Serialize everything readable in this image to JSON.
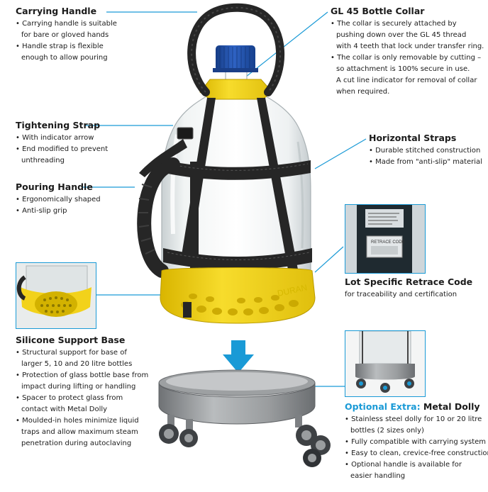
{
  "carrying_handle": {
    "title": "Carrying Handle",
    "bullets": [
      [
        "• Carrying handle is suitable",
        "for bare or gloved hands"
      ],
      [
        "• Handle strap is flexible",
        "enough to allow pouring"
      ]
    ]
  },
  "tightening_strap": {
    "title": "Tightening Strap",
    "bullets": [
      [
        "• With indicator arrow"
      ],
      [
        "• End modified to prevent",
        "unthreading"
      ]
    ]
  },
  "pouring_handle": {
    "title": "Pouring Handle",
    "bullets": [
      [
        "• Ergonomically shaped"
      ],
      [
        "• Anti-slip grip"
      ]
    ]
  },
  "silicone_base": {
    "title": "Silicone Support Base",
    "bullets": [
      [
        "• Structural support for base of",
        "larger 5, 10 and 20 litre bottles"
      ],
      [
        "• Protection of glass bottle base from",
        "impact during lifting or handling"
      ],
      [
        "• Spacer to protect glass from",
        "contact with Metal Dolly"
      ],
      [
        "• Moulded-in holes minimize liquid",
        "traps and allow maximum steam",
        "penetration during autoclaving"
      ]
    ]
  },
  "collar": {
    "title": "GL 45 Bottle Collar",
    "bullets": [
      [
        "• The collar is securely attached by",
        "pushing down over the GL 45 thread",
        "with 4 teeth that lock under transfer ring."
      ],
      [
        "• The collar is only removable by cutting –",
        "so attachment is 100% secure in use.",
        "A cut line indicator for removal of collar",
        "when required."
      ]
    ]
  },
  "horizontal_straps": {
    "title": "Horizontal Straps",
    "bullets": [
      [
        "• Durable stitched construction"
      ],
      [
        "• Made from \"anti-slip\" material"
      ]
    ]
  },
  "retrace": {
    "title": "Lot Specific Retrace Code",
    "text": "for traceability and certification",
    "label_heading": "RETRACE CODE"
  },
  "dolly": {
    "title_accent": "Optional Extra:",
    "title_rest": " Metal Dolly",
    "bullets": [
      [
        "• Stainless steel dolly for 10 or 20 litre",
        "bottles (2 sizes only)"
      ],
      [
        "• Fully compatible with carrying system"
      ],
      [
        "• Easy to clean, crevice-free construction"
      ],
      [
        "• Optional handle is available for",
        "easier handling"
      ]
    ]
  },
  "base_brand": "DURAN",
  "colors": {
    "accent": "#1a9ad6",
    "yellow": "#f2d21b",
    "strap": "#262626",
    "cap_blue": "#1f4fa8",
    "steel": "#8a8d90"
  }
}
